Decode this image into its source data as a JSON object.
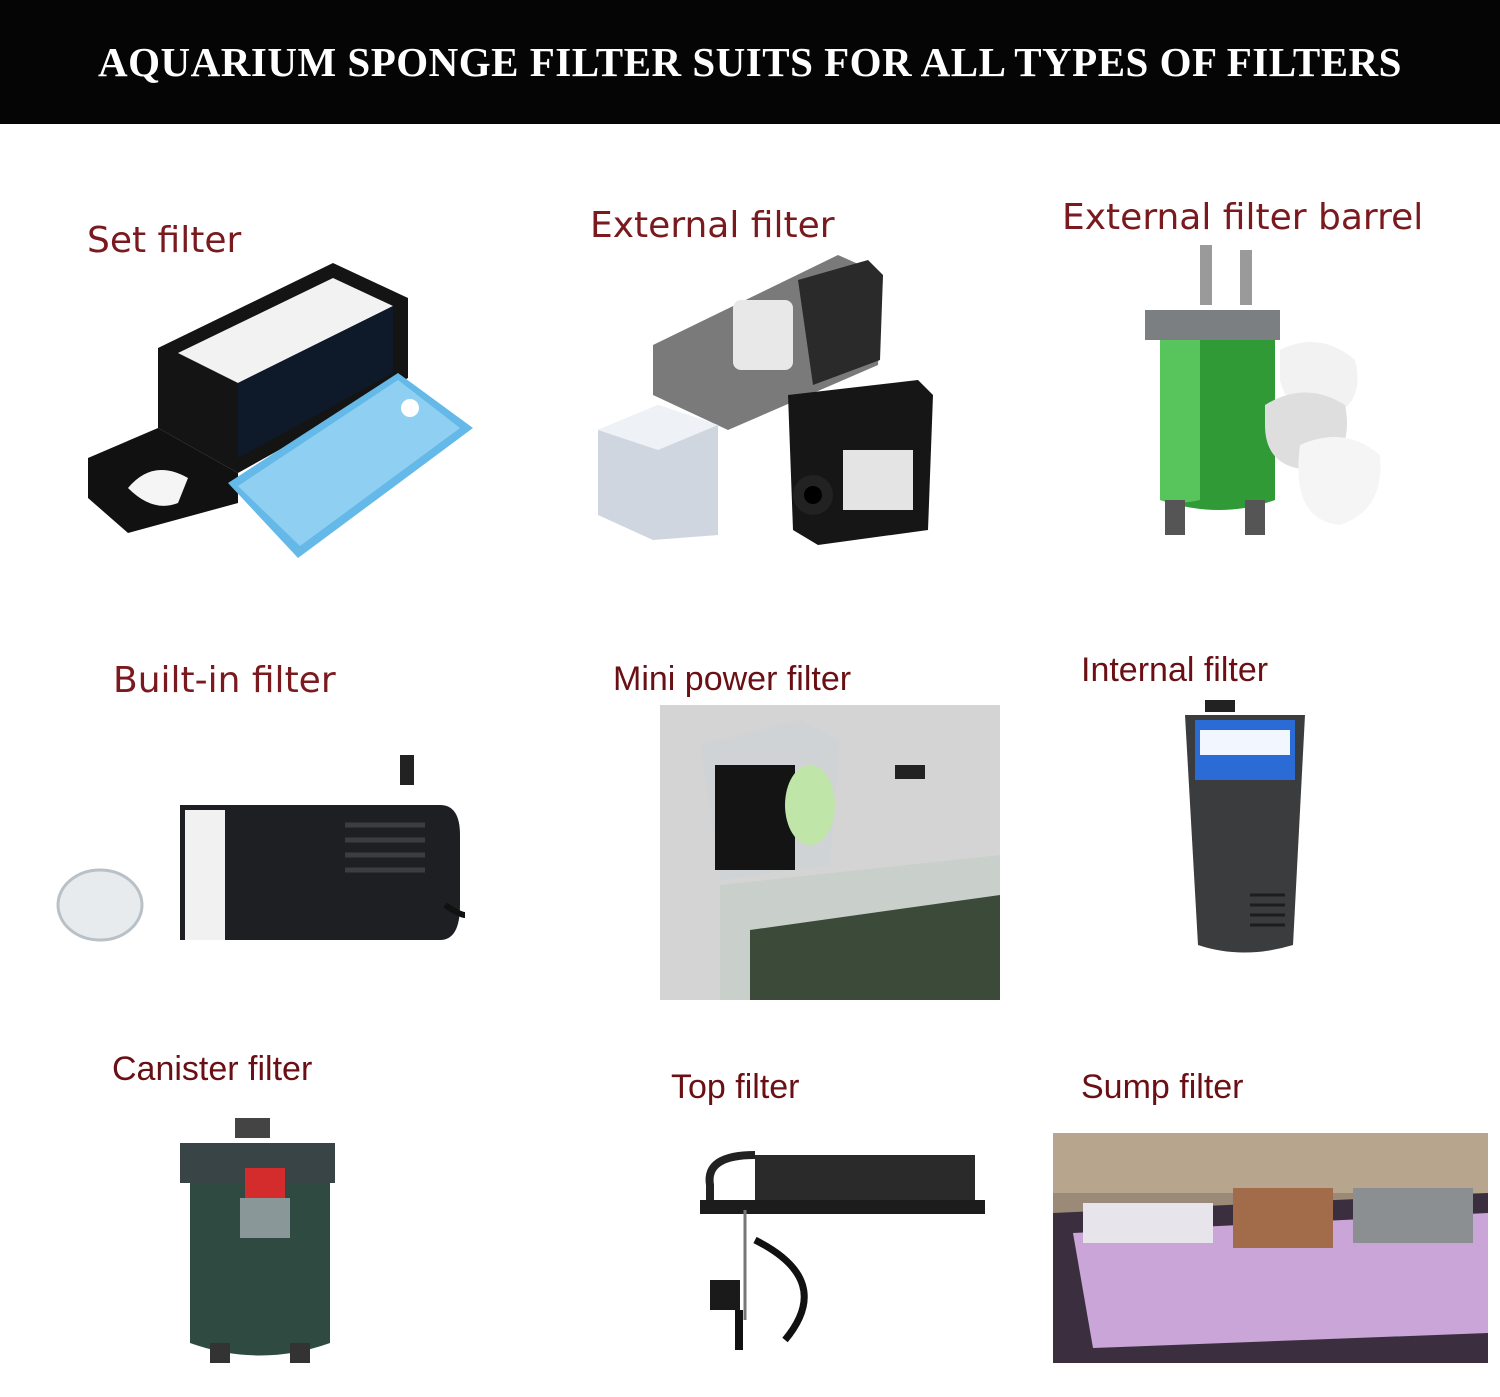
{
  "banner": {
    "title": "AQUARIUM SPONGE FILTER SUITS FOR ALL TYPES OF FILTERS"
  },
  "filters": [
    {
      "label": "Set filter"
    },
    {
      "label": "External filter"
    },
    {
      "label": "External filter barrel"
    },
    {
      "label": "Built-in filter"
    },
    {
      "label": "Mini power filter"
    },
    {
      "label": "Internal filter"
    },
    {
      "label": "Canister filter"
    },
    {
      "label": "Top filter"
    },
    {
      "label": "Sump filter"
    }
  ]
}
